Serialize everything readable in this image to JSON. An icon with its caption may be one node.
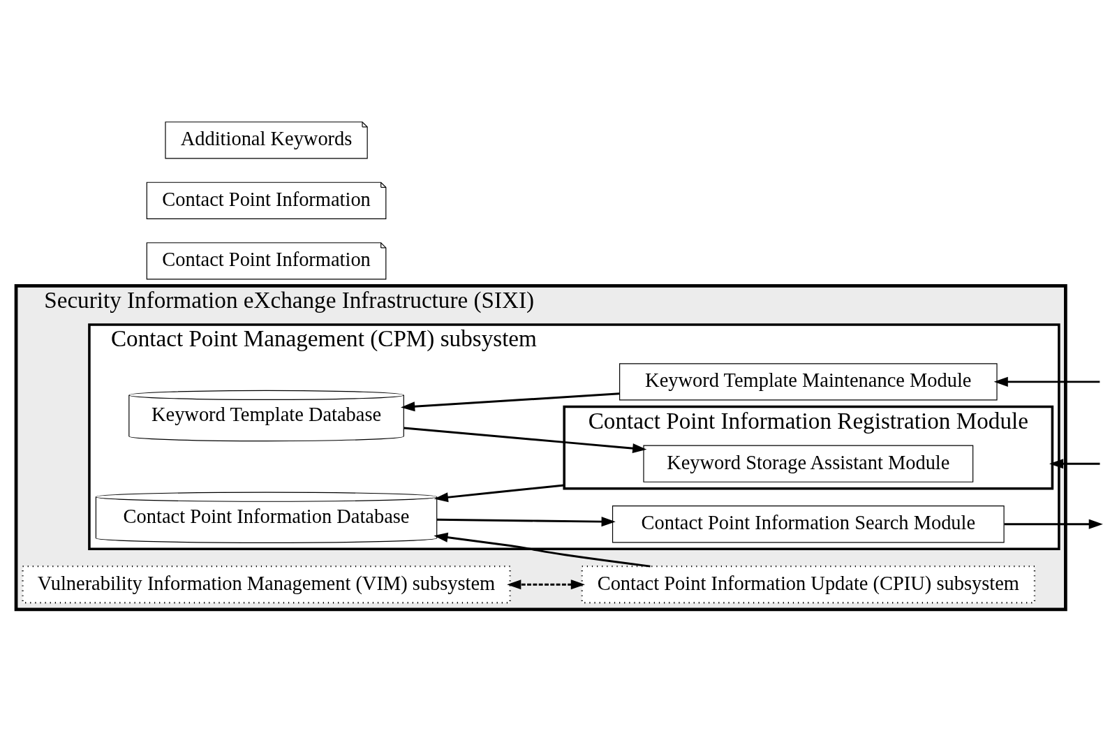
{
  "diagram": {
    "nodes": [
      {
        "text": [
          "Security Information eXchange Infrastructure (SIXI)"
        ]
      },
      {
        "text": [
          "Contact Point Management (CPM) subsystem"
        ],
        "in": 0
      },
      {
        "text": [
          "Contact Point Information Database"
        ],
        "in": 1
      },
      {
        "text": [
          "Keyword Template Database"
        ],
        "in": 1
      },
      {
        "text": [
          "Contact Point Information Registration Module"
        ],
        "in": 1
      },
      {
        "text": [
          "Keyword Storage Assistant Module"
        ],
        "in": 4
      },
      {
        "text": [
          "Contact Point Information Search Module"
        ],
        "in": 1
      },
      {
        "text": [
          "Keyword Template Maintenance Module"
        ],
        "in": 1
      },
      {
        "text": [
          "Contact Point Information Update (CPIU) subsystem"
        ],
        "in": 0
      },
      {
        "text": [
          "Vulnerability Information Management (VIM) subsystem"
        ],
        "in": 0
      },
      {
        "text": [
          "Contact Point Information"
        ]
      },
      {
        "text": [
          "Contact Point Information"
        ]
      },
      {
        "text": [
          "Additional Keywords"
        ]
      }
    ],
    "edges": [
      {
        "from": null,
        "to": 4,
        "arrow": "to"
      },
      {
        "from": 4,
        "to": 2,
        "arrow": "to"
      },
      {
        "from": 3,
        "to": 5,
        "arrow": "to"
      },
      {
        "from": 2,
        "to": 6,
        "arrow": "to"
      },
      {
        "from": 6,
        "to": null,
        "arrow": "to"
      },
      {
        "from": 7,
        "to": 3,
        "arrow": "to"
      },
      {
        "from": null,
        "to": 7,
        "arrow": "to"
      },
      {
        "from": 8,
        "to": 2,
        "arrow": "to"
      },
      {
        "from": 8,
        "to": 9,
        "arrow": "both",
        "style": "dashed"
      }
    ]
  }
}
